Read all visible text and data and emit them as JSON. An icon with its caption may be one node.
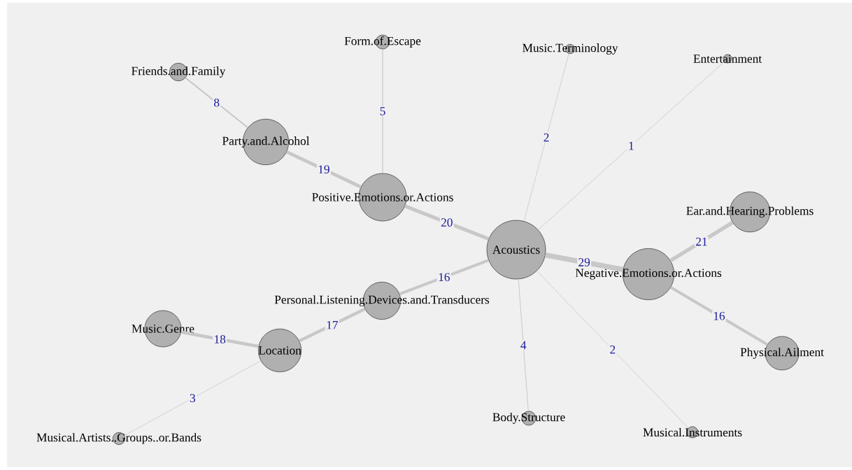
{
  "diagram": {
    "nodes": [
      {
        "text": [
          "Form.of.Escape"
        ]
      },
      {
        "text": [
          "Music.Terminology"
        ]
      },
      {
        "text": [
          "Entertainment"
        ]
      },
      {
        "text": [
          "Friends.and.Family"
        ]
      },
      {
        "text": [
          "Party.and.Alcohol"
        ]
      },
      {
        "text": [
          "Positive.Emotions.or.Actions"
        ]
      },
      {
        "text": [
          "Ear.and.Hearing.Problems"
        ]
      },
      {
        "text": [
          "Acoustics"
        ]
      },
      {
        "text": [
          "Negative.Emotions.or.Actions"
        ]
      },
      {
        "text": [
          "Personal.Listening.Devices.and.Transducers"
        ]
      },
      {
        "text": [
          "Music.Genre"
        ]
      },
      {
        "text": [
          "Location"
        ]
      },
      {
        "text": [
          "Physical.Ailment"
        ]
      },
      {
        "text": [
          "Body.Structure"
        ]
      },
      {
        "text": [
          "Musical.Instruments"
        ]
      },
      {
        "text": [
          "Musical.Artists..Groups..or.Bands"
        ]
      }
    ],
    "edges": [
      {
        "from": 3,
        "to": 4,
        "arrow": "none",
        "label": "8"
      },
      {
        "from": 0,
        "to": 5,
        "arrow": "none",
        "label": "5"
      },
      {
        "from": 4,
        "to": 5,
        "arrow": "none",
        "label": "19"
      },
      {
        "from": 5,
        "to": 7,
        "arrow": "none",
        "label": "20"
      },
      {
        "from": 7,
        "to": 1,
        "arrow": "none",
        "label": "2"
      },
      {
        "from": 7,
        "to": 2,
        "arrow": "none",
        "label": "1"
      },
      {
        "from": 7,
        "to": 8,
        "arrow": "none",
        "label": "29",
        "style": "thick"
      },
      {
        "from": 8,
        "to": 6,
        "arrow": "none",
        "label": "21"
      },
      {
        "from": 8,
        "to": 12,
        "arrow": "none",
        "label": "16"
      },
      {
        "from": 7,
        "to": 9,
        "arrow": "none",
        "label": "16"
      },
      {
        "from": 9,
        "to": 11,
        "arrow": "none",
        "label": "17"
      },
      {
        "from": 10,
        "to": 11,
        "arrow": "none",
        "label": "18"
      },
      {
        "from": 11,
        "to": 15,
        "arrow": "none",
        "label": "3"
      },
      {
        "from": 7,
        "to": 13,
        "arrow": "none",
        "label": "4"
      },
      {
        "from": 7,
        "to": 14,
        "arrow": "none",
        "label": "2"
      }
    ]
  }
}
